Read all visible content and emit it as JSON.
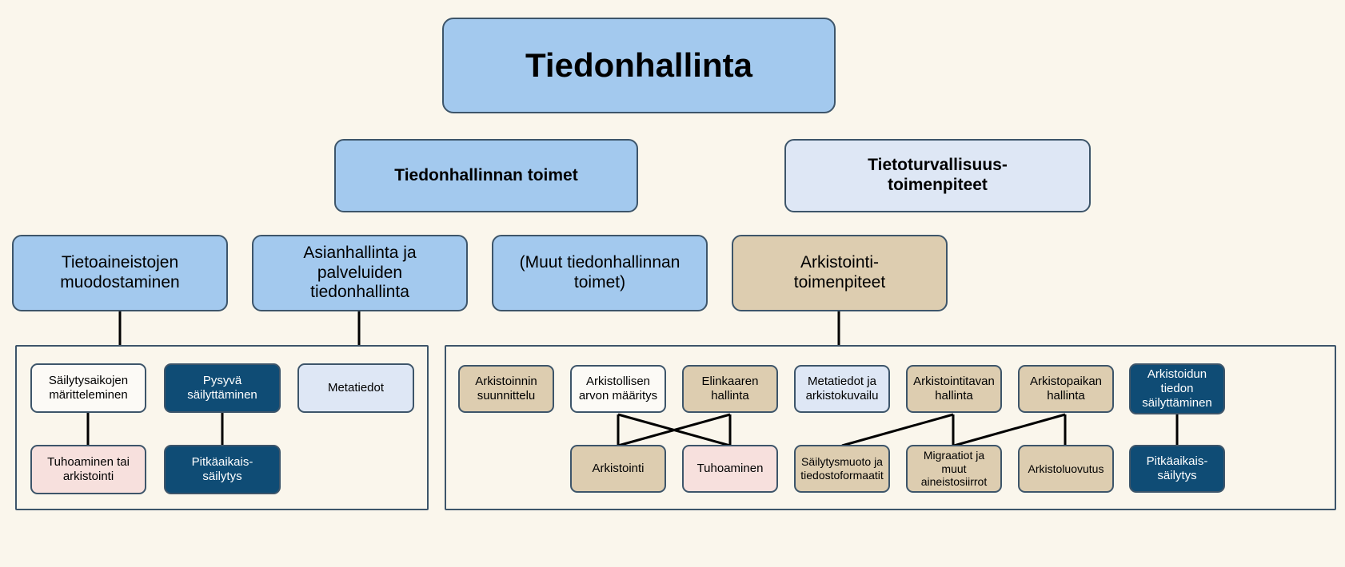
{
  "diagram": {
    "title": "Tiedonhallinta",
    "background_color": "#faf6ec",
    "border_color": "#3d556a",
    "palette": {
      "blue": "#a3c9ee",
      "light_blue": "#dee7f5",
      "tan": "#ddcdb0",
      "navy": "#0f4c75",
      "pink": "#f7e0dd",
      "white": "#fcfaf6"
    }
  },
  "root": {
    "label": "Tiedonhallinta"
  },
  "level2": [
    {
      "label": "Tiedonhallinnan toimet",
      "color": "blue"
    },
    {
      "label": "Tietoturvallisuus-\ntoimenpiteet",
      "color": "light_blue"
    }
  ],
  "level3": [
    {
      "label": "Tietoaineistojen\nmuodostaminen",
      "color": "blue"
    },
    {
      "label": "Asianhallinta ja\npalveluiden\ntiedonhallinta",
      "color": "blue"
    },
    {
      "label": "(Muut tiedonhallinnan\ntoimet)",
      "color": "blue"
    },
    {
      "label": "Arkistointi-\ntoimenpiteet",
      "color": "tan"
    }
  ],
  "left_group": {
    "row1": [
      {
        "label": "Säilytysaikojen\nmäritteleminen",
        "color": "white"
      },
      {
        "label": "Pysyvä\nsäilyttäminen",
        "color": "navy"
      },
      {
        "label": "Metatiedot",
        "color": "light_blue"
      }
    ],
    "row2": [
      {
        "label": "Tuhoaminen tai\narkistointi",
        "color": "pink"
      },
      {
        "label": "Pitkäaikais-\nsäilytys",
        "color": "navy"
      }
    ]
  },
  "right_group": {
    "row1": [
      {
        "label": "Arkistoinnin\nsuunnittelu",
        "color": "tan"
      },
      {
        "label": "Arkistollisen\narvon määritys",
        "color": "white"
      },
      {
        "label": "Elinkaaren\nhallinta",
        "color": "tan"
      },
      {
        "label": "Metatiedot ja\narkistokuvailu",
        "color": "light_blue"
      },
      {
        "label": "Arkistointitavan\nhallinta",
        "color": "tan"
      },
      {
        "label": "Arkistopaikan\nhallinta",
        "color": "tan"
      },
      {
        "label": "Arkistoidun\ntiedon\nsäilyttäminen",
        "color": "navy"
      }
    ],
    "row2": [
      {
        "label": "Arkistointi",
        "color": "tan"
      },
      {
        "label": "Tuhoaminen",
        "color": "pink"
      },
      {
        "label": "Säilytysmuoto ja\ntiedostoformaatit",
        "color": "tan"
      },
      {
        "label": "Migraatiot ja\nmuut\naineistosiirrot",
        "color": "tan"
      },
      {
        "label": "Arkistoluovutus",
        "color": "tan"
      },
      {
        "label": "Pitkäaikais-\nsäilytys",
        "color": "navy"
      }
    ]
  }
}
